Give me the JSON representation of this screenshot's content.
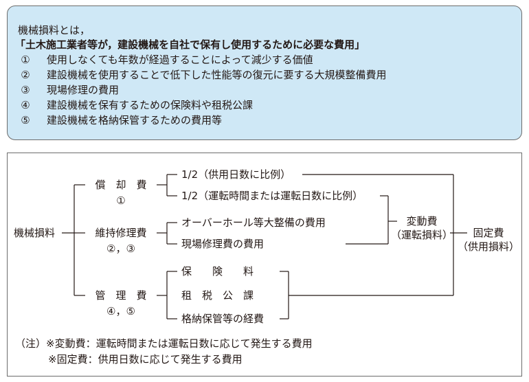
{
  "intro": {
    "line1": "機械損料とは，",
    "line2": "「土木施工業者等が，建設機械を自社で保有し使用するために必要な費用」",
    "items": [
      {
        "num": "①",
        "text": "使用しなくても年数が経過することによって減少する価値"
      },
      {
        "num": "②",
        "text": "建設機械を使用することで低下した性能等の復元に要する大規模整備費用"
      },
      {
        "num": "③",
        "text": "現場修理の費用"
      },
      {
        "num": "④",
        "text": "建設機械を保有するための保険料や租税公課"
      },
      {
        "num": "⑤",
        "text": "建設機械を格納保管するための費用等"
      }
    ]
  },
  "diagram": {
    "root": "機械損料",
    "depreciation": {
      "label": "償　却　費",
      "refs": "①"
    },
    "maintenance": {
      "label": "維持修理費",
      "refs": "②，③"
    },
    "management": {
      "label": "管　理　費",
      "refs": "④，⑤"
    },
    "dep_leaf1": "1/2（供用日数に比例）",
    "dep_leaf2": "1/2（運転時間または運転日数に比例）",
    "mnt_leaf1": "オーバーホール等大整備の費用",
    "mnt_leaf2": "現場修理費の費用",
    "mgt_leaf1": "保　　険　　料",
    "mgt_leaf2": "租　税　公　課",
    "mgt_leaf3": "格納保管等の経費",
    "variable": {
      "label": "変動費",
      "sub": "（運転損料）"
    },
    "fixed": {
      "label": "固定費",
      "sub": "（供用損料）"
    }
  },
  "notes": {
    "line1": "（注）※変動費：運転時間または運転日数に応じて発生する費用",
    "line2": "※固定費：供用日数に応じて発生する費用"
  }
}
